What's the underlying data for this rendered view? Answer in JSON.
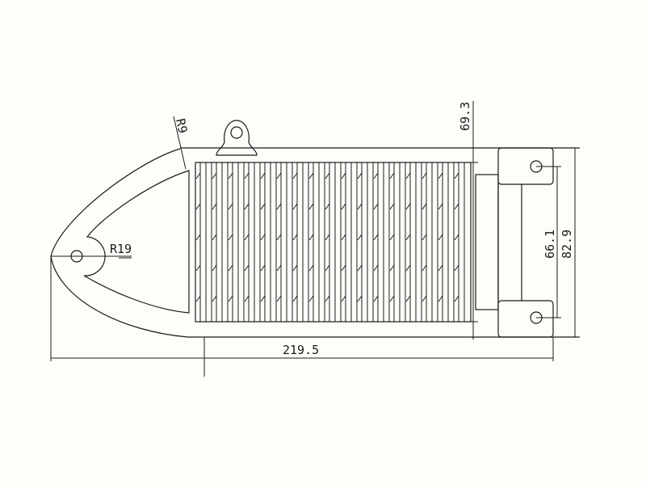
{
  "drawing": {
    "line_color": "#1a1a1a",
    "background_color": "#fdfdf9",
    "labels": {
      "radius_small": "R9",
      "radius_large": "R19",
      "overall_length": "219.5",
      "height_top": "69.3",
      "hole_spacing": "66.1",
      "bracket_height": "82.9"
    }
  }
}
